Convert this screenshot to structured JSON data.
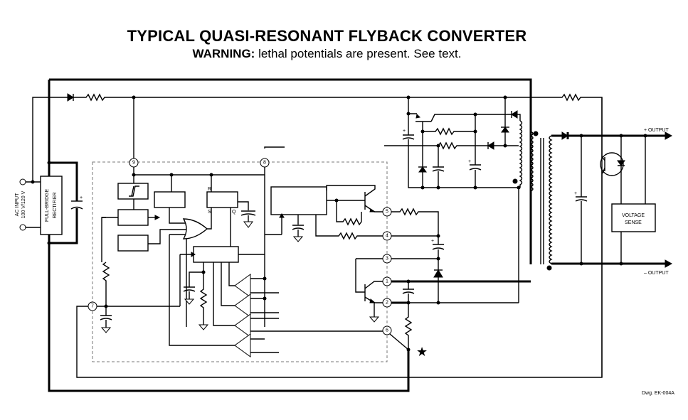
{
  "title": "TYPICAL QUASI-RESONANT FLYBACK CONVERTER",
  "warning": {
    "label": "WARNING:",
    "text": " lethal potentials are present.  See text."
  },
  "labels": {
    "ac_input_line1": "AC INPUT",
    "ac_input_line2": "100 V/120 V",
    "rectifier_line1": "FULL-BRIDGE",
    "rectifier_line2": "RECTIFIER",
    "voltage_sense_line1": "VOLTAGE",
    "voltage_sense_line2": "SENSE",
    "plus_output": "+ OUTPUT",
    "minus_output": "– OUTPUT",
    "latch_r": "R",
    "latch_s": "S",
    "latch_q": "Q",
    "drawing_number": "Dwg. EK-004A",
    "star": "★",
    "cap_plus": "+"
  },
  "pins": [
    {
      "num": "9"
    },
    {
      "num": "8"
    },
    {
      "num": "5"
    },
    {
      "num": "4"
    },
    {
      "num": "3"
    },
    {
      "num": "1"
    },
    {
      "num": "2"
    },
    {
      "num": "6"
    },
    {
      "num": "7"
    }
  ]
}
